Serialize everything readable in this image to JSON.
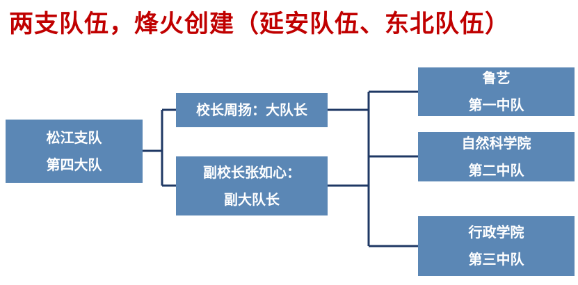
{
  "title": "两支队伍，烽火创建（延安队伍、东北队伍）",
  "colors": {
    "background": "#FFFFFF",
    "title": "#C00000",
    "box_fill": "#5B87B5",
    "box_text": "#FFFFFF",
    "connector": "#1F3864"
  },
  "diagram": {
    "type": "org-tree",
    "root": {
      "lines": [
        "松江支队",
        "第四大队"
      ]
    },
    "level2": [
      {
        "lines": [
          "校长周扬：大队长"
        ]
      },
      {
        "lines": [
          "副校长张如心：",
          "副大队长"
        ]
      }
    ],
    "level3": [
      {
        "lines": [
          "鲁艺",
          "第一中队"
        ]
      },
      {
        "lines": [
          "自然科学院",
          "第二中队"
        ]
      },
      {
        "lines": [
          "行政学院",
          "第三中队"
        ]
      }
    ]
  }
}
